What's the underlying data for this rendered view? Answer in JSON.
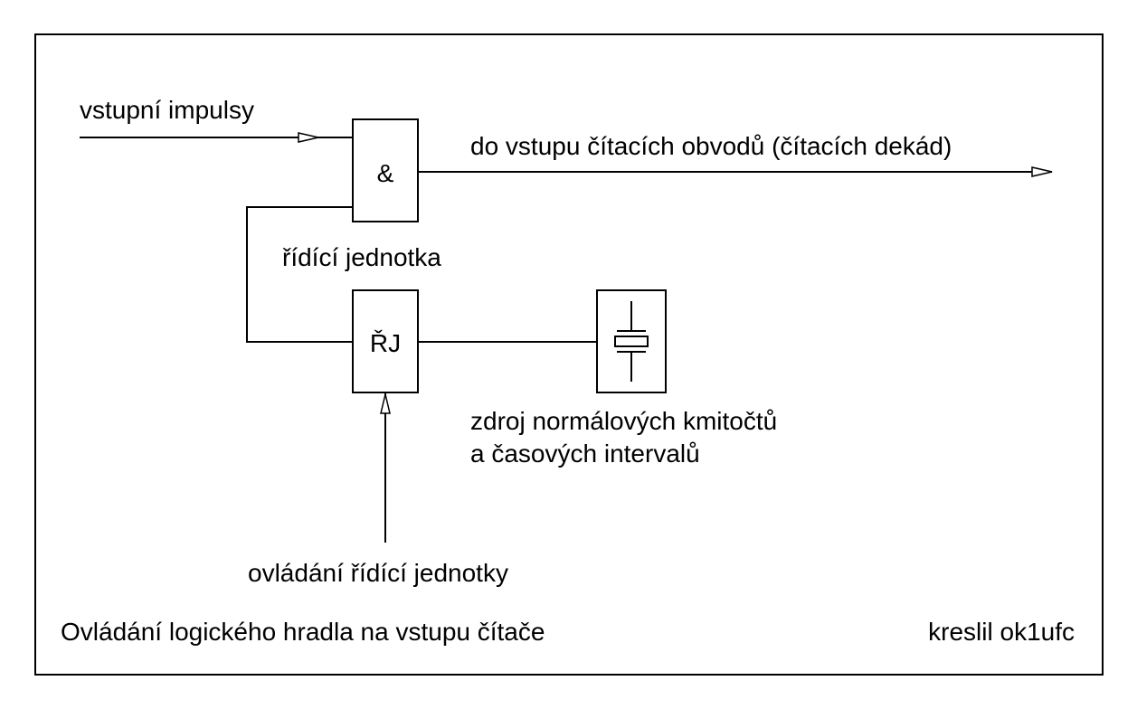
{
  "diagram": {
    "input_label": "vstupní impulsy",
    "output_label": "do vstupu čítacích obvodů (čítacích dekád)",
    "and_gate_symbol": "&",
    "control_unit_label": "řídící jednotka",
    "control_unit_symbol": "ŘJ",
    "source_label_line1": "zdroj normálových kmitočtů",
    "source_label_line2": "a časových intervalů",
    "control_input_label": "ovládání řídící jednotky",
    "caption": "Ovládání logického hradla na vstupu čítače",
    "author": "kreslil ok1ufc",
    "crystal_icon": "crystal-oscillator-icon",
    "line_color": "#000000",
    "background_color": "#ffffff"
  }
}
